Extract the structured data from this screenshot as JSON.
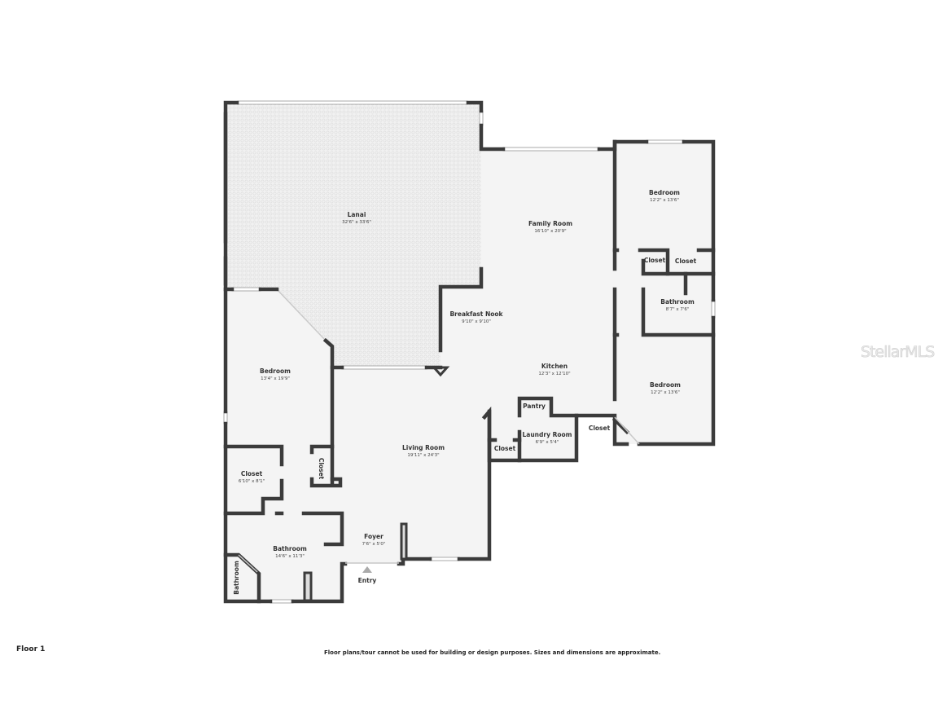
{
  "floor_label": "Floor 1",
  "disclaimer": "Floor plans/tour cannot be used for building or design purposes. Sizes and dimensions are approximate.",
  "watermark": "StellarMLS",
  "entry_label": "Entry",
  "colors": {
    "wall": "#3b3b3b",
    "room_fill": "#f4f4f4",
    "lanai_fill": "#efefef"
  },
  "rooms": {
    "lanai": {
      "name": "Lanai",
      "dim": "32'6\" x 33'6\""
    },
    "family_room": {
      "name": "Family Room",
      "dim": "16'10\" x 20'9\""
    },
    "bedroom_ne": {
      "name": "Bedroom",
      "dim": "12'2\" x 13'6\""
    },
    "closet_e1": {
      "name": "Closet"
    },
    "closet_e2": {
      "name": "Closet"
    },
    "bathroom_e": {
      "name": "Bathroom",
      "dim": "8'7\" x 7'6\""
    },
    "breakfast_nook": {
      "name": "Breakfast Nook",
      "dim": "9'10\" x 9'10\""
    },
    "kitchen": {
      "name": "Kitchen",
      "dim": "12'3\" x 12'10\""
    },
    "bedroom_se": {
      "name": "Bedroom",
      "dim": "12'2\" x 13'6\""
    },
    "bedroom_w": {
      "name": "Bedroom",
      "dim": "13'4\" x 19'9\""
    },
    "pantry": {
      "name": "Pantry"
    },
    "closet_se": {
      "name": "Closet"
    },
    "laundry": {
      "name": "Laundry Room",
      "dim": "6'9\" x 5'4\""
    },
    "closet_k": {
      "name": "Closet"
    },
    "living_room": {
      "name": "Living Room",
      "dim": "19'11\" x 24'3\""
    },
    "closet_w": {
      "name": "Closet",
      "dim": "6'10\" x 8'1\""
    },
    "closet_v": {
      "name": "Closet"
    },
    "foyer": {
      "name": "Foyer",
      "dim": "7'6\" x 5'0\""
    },
    "bathroom_w": {
      "name": "Bathroom",
      "dim": "14'6\" x 11'3\""
    },
    "bathroom_v": {
      "name": "Bathroom"
    }
  }
}
